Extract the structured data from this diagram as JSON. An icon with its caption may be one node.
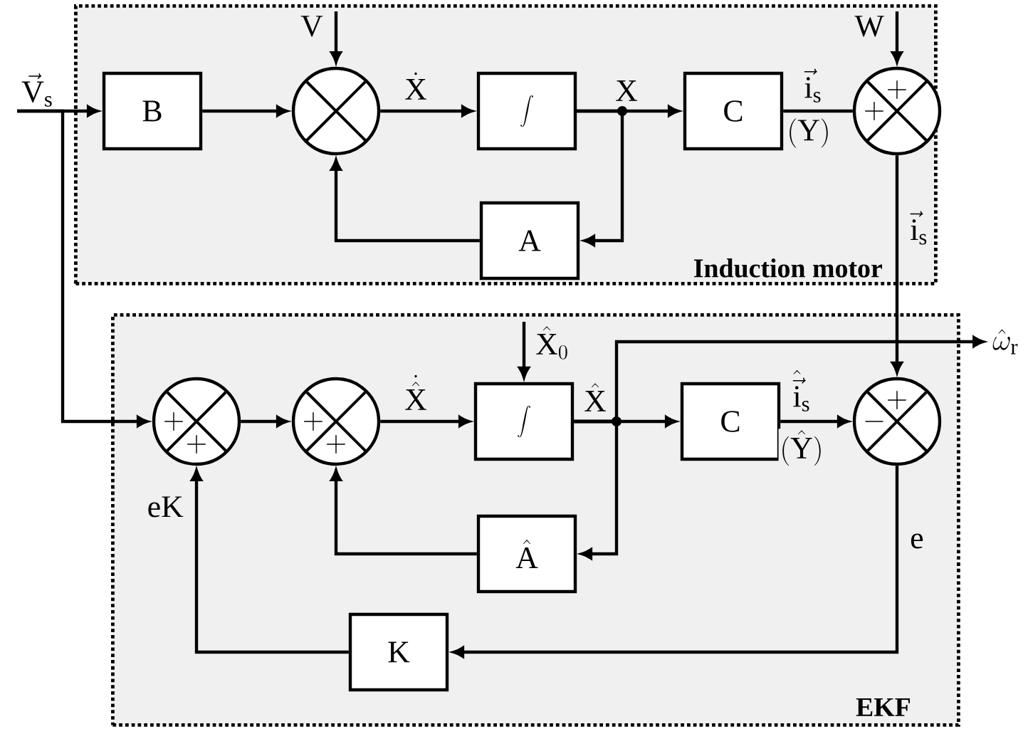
{
  "diagram": {
    "nodes": [
      {
        "text": [
          "Induction motor"
        ]
      },
      {
        "text": [
          "EKF"
        ]
      },
      {
        "text": [
          "\\mathrm{B}"
        ],
        "in": 0
      },
      {
        "text": [],
        "shape": "circle",
        "in": 0
      },
      {
        "text": [
          "\\int"
        ],
        "in": 0
      },
      {
        "text": [
          "\\mathrm{C}"
        ],
        "in": 0
      },
      {
        "text": [
          "+",
          "+"
        ],
        "in": 0
      },
      {
        "text": [
          "\\mathrm{A}"
        ],
        "in": 0
      },
      {
        "text": [
          "\\vec{\\mathrm{V}}_{\\mathrm{s}}"
        ]
      },
      {
        "text": [
          "\\mathrm{V}"
        ],
        "in": 0
      },
      {
        "text": [
          "\\mathrm{W}"
        ],
        "in": 0
      },
      {
        "text": [
          "+",
          "+"
        ],
        "in": 1
      },
      {
        "text": [
          "+",
          "+"
        ],
        "in": 1
      },
      {
        "text": [
          "\\int"
        ],
        "in": 1
      },
      {
        "text": [
          "\\hat{\\mathrm{X}}_{0}"
        ],
        "in": 1
      },
      {
        "text": [
          "\\mathrm{C}"
        ],
        "in": 1
      },
      {
        "text": [
          "+",
          "-"
        ],
        "in": 1
      },
      {
        "text": [
          "\\hat{\\mathrm{A}}"
        ],
        "in": 1
      },
      {
        "text": [
          "\\mathrm{K}"
        ],
        "in": 1
      },
      {
        "text": [
          "\\hat{\\omega}_{\\mathrm{r}}"
        ]
      }
    ],
    "edges": [
      {
        "from": 8,
        "to": 2,
        "arrow": "to"
      },
      {
        "from": 8,
        "to": 11,
        "arrow": "to"
      },
      {
        "from": 9,
        "to": 3,
        "arrow": "to"
      },
      {
        "from": 2,
        "to": 3,
        "arrow": "to"
      },
      {
        "from": 3,
        "to": 4,
        "arrow": "to",
        "label": "\\dot{\\mathrm{X}}"
      },
      {
        "from": 4,
        "to": 5,
        "arrow": "to",
        "label": "\\mathrm{X}"
      },
      {
        "from": 4,
        "to": 7,
        "arrow": "to"
      },
      {
        "from": 7,
        "to": 3,
        "arrow": "to"
      },
      {
        "from": 10,
        "to": 6,
        "arrow": "to"
      },
      {
        "from": 5,
        "to": 6,
        "arrow": "none",
        "label": "\\vec{\\mathrm{i}}_{\\mathrm{s}}"
      },
      {
        "from": 6,
        "to": 16,
        "arrow": "to",
        "label": "\\vec{\\mathrm{i}}_{\\mathrm{s}}"
      },
      {
        "from": 11,
        "to": 12,
        "arrow": "to"
      },
      {
        "from": 12,
        "to": 13,
        "arrow": "to",
        "label": "\\dot{\\hat{\\mathrm{X}}}"
      },
      {
        "from": 14,
        "to": 13,
        "arrow": "to"
      },
      {
        "from": 13,
        "to": 15,
        "arrow": "to",
        "label": "\\hat{\\mathrm{X}}"
      },
      {
        "from": 13,
        "to": 19,
        "arrow": "to"
      },
      {
        "from": 13,
        "to": 17,
        "arrow": "to"
      },
      {
        "from": 17,
        "to": 12,
        "arrow": "to"
      },
      {
        "from": 15,
        "to": 16,
        "arrow": "to",
        "label": "\\hat{\\vec{\\mathrm{i}}}_{\\mathrm{s}}"
      },
      {
        "from": 16,
        "to": 18,
        "arrow": "to",
        "label": "\\mathrm{e}"
      },
      {
        "from": 18,
        "to": 11,
        "arrow": "to",
        "label": "\\mathrm{eK}"
      }
    ],
    "labels": [
      "(\\mathrm{Y})",
      "(\\hat{\\mathrm{Y}})"
    ]
  }
}
